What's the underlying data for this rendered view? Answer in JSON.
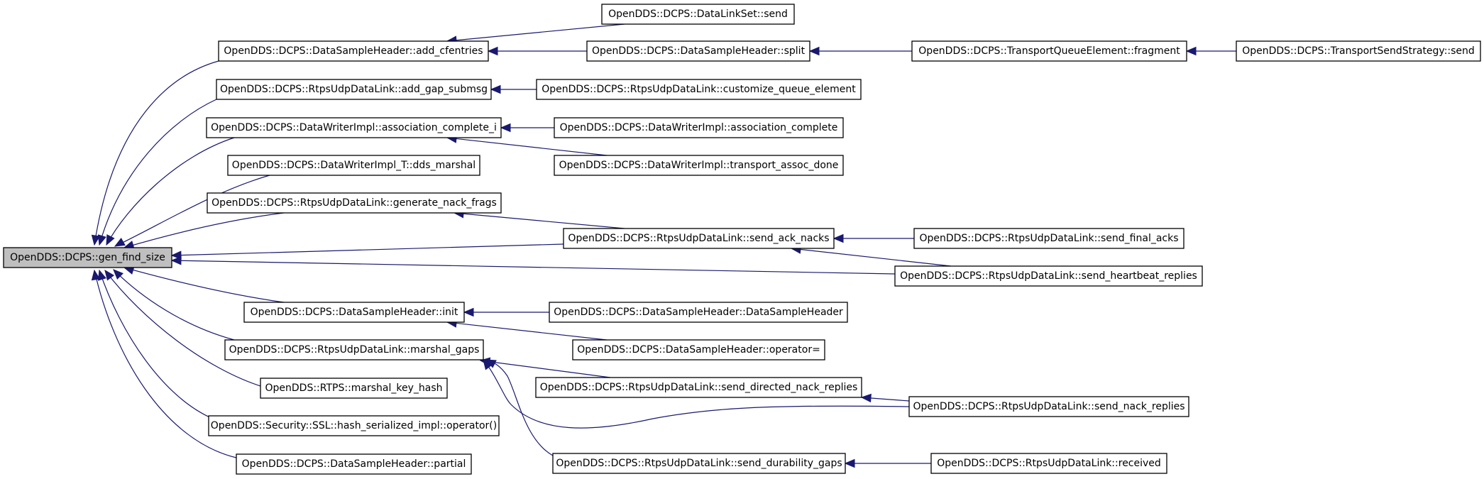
{
  "graph": {
    "edge_color": "#191970",
    "focus_fill": "#bfbfbf",
    "direction": "right-to-left (callers on the right point to callees on the left)",
    "nodes": [
      {
        "id": "gen_find_size",
        "label": "OpenDDS::DCPS::gen_find_size",
        "focus": true
      },
      {
        "id": "add_cfentries",
        "label": "OpenDDS::DCPS::DataSampleHeader::add_cfentries"
      },
      {
        "id": "add_gap_submsg",
        "label": "OpenDDS::DCPS::RtpsUdpDataLink::add_gap_submsg"
      },
      {
        "id": "association_complete_i",
        "label": "OpenDDS::DCPS::DataWriterImpl::association_complete_i"
      },
      {
        "id": "dds_marshal",
        "label": "OpenDDS::DCPS::DataWriterImpl_T::dds_marshal"
      },
      {
        "id": "generate_nack_frags",
        "label": "OpenDDS::DCPS::RtpsUdpDataLink::generate_nack_frags"
      },
      {
        "id": "init",
        "label": "OpenDDS::DCPS::DataSampleHeader::init"
      },
      {
        "id": "marshal_gaps",
        "label": "OpenDDS::DCPS::RtpsUdpDataLink::marshal_gaps"
      },
      {
        "id": "marshal_key_hash",
        "label": "OpenDDS::RTPS::marshal_key_hash"
      },
      {
        "id": "hash_operator",
        "label": "OpenDDS::Security::SSL::hash_serialized_impl::operator()"
      },
      {
        "id": "partial",
        "label": "OpenDDS::DCPS::DataSampleHeader::partial"
      },
      {
        "id": "datalinkset_send",
        "label": "OpenDDS::DCPS::DataLinkSet::send"
      },
      {
        "id": "split",
        "label": "OpenDDS::DCPS::DataSampleHeader::split"
      },
      {
        "id": "customize_queue_element",
        "label": "OpenDDS::DCPS::RtpsUdpDataLink::customize_queue_element"
      },
      {
        "id": "association_complete",
        "label": "OpenDDS::DCPS::DataWriterImpl::association_complete"
      },
      {
        "id": "transport_assoc_done",
        "label": "OpenDDS::DCPS::DataWriterImpl::transport_assoc_done"
      },
      {
        "id": "send_ack_nacks",
        "label": "OpenDDS::DCPS::RtpsUdpDataLink::send_ack_nacks"
      },
      {
        "id": "dsh_ctor",
        "label": "OpenDDS::DCPS::DataSampleHeader::DataSampleHeader"
      },
      {
        "id": "dsh_assign",
        "label": "OpenDDS::DCPS::DataSampleHeader::operator="
      },
      {
        "id": "send_directed_nack_replies",
        "label": "OpenDDS::DCPS::RtpsUdpDataLink::send_directed_nack_replies"
      },
      {
        "id": "send_durability_gaps",
        "label": "OpenDDS::DCPS::RtpsUdpDataLink::send_durability_gaps"
      },
      {
        "id": "fragment",
        "label": "OpenDDS::DCPS::TransportQueueElement::fragment"
      },
      {
        "id": "send_final_acks",
        "label": "OpenDDS::DCPS::RtpsUdpDataLink::send_final_acks"
      },
      {
        "id": "send_heartbeat_replies",
        "label": "OpenDDS::DCPS::RtpsUdpDataLink::send_heartbeat_replies"
      },
      {
        "id": "send_nack_replies",
        "label": "OpenDDS::DCPS::RtpsUdpDataLink::send_nack_replies"
      },
      {
        "id": "received",
        "label": "OpenDDS::DCPS::RtpsUdpDataLink::received"
      },
      {
        "id": "strategy_send",
        "label": "OpenDDS::DCPS::TransportSendStrategy::send"
      }
    ],
    "edges": [
      {
        "from": "add_cfentries",
        "to": "gen_find_size"
      },
      {
        "from": "add_gap_submsg",
        "to": "gen_find_size"
      },
      {
        "from": "association_complete_i",
        "to": "gen_find_size"
      },
      {
        "from": "dds_marshal",
        "to": "gen_find_size"
      },
      {
        "from": "generate_nack_frags",
        "to": "gen_find_size"
      },
      {
        "from": "send_ack_nacks",
        "to": "gen_find_size"
      },
      {
        "from": "send_heartbeat_replies",
        "to": "gen_find_size"
      },
      {
        "from": "init",
        "to": "gen_find_size"
      },
      {
        "from": "marshal_gaps",
        "to": "gen_find_size"
      },
      {
        "from": "marshal_key_hash",
        "to": "gen_find_size"
      },
      {
        "from": "hash_operator",
        "to": "gen_find_size"
      },
      {
        "from": "partial",
        "to": "gen_find_size"
      },
      {
        "from": "datalinkset_send",
        "to": "add_cfentries"
      },
      {
        "from": "split",
        "to": "add_cfentries"
      },
      {
        "from": "fragment",
        "to": "split"
      },
      {
        "from": "strategy_send",
        "to": "fragment"
      },
      {
        "from": "customize_queue_element",
        "to": "add_gap_submsg"
      },
      {
        "from": "association_complete",
        "to": "association_complete_i"
      },
      {
        "from": "transport_assoc_done",
        "to": "association_complete_i"
      },
      {
        "from": "send_ack_nacks",
        "to": "generate_nack_frags"
      },
      {
        "from": "send_final_acks",
        "to": "send_ack_nacks"
      },
      {
        "from": "send_heartbeat_replies",
        "to": "send_ack_nacks"
      },
      {
        "from": "dsh_ctor",
        "to": "init"
      },
      {
        "from": "dsh_assign",
        "to": "init"
      },
      {
        "from": "send_directed_nack_replies",
        "to": "marshal_gaps"
      },
      {
        "from": "send_nack_replies",
        "to": "marshal_gaps"
      },
      {
        "from": "send_durability_gaps",
        "to": "marshal_gaps"
      },
      {
        "from": "send_nack_replies",
        "to": "send_directed_nack_replies"
      },
      {
        "from": "received",
        "to": "send_durability_gaps"
      }
    ]
  }
}
